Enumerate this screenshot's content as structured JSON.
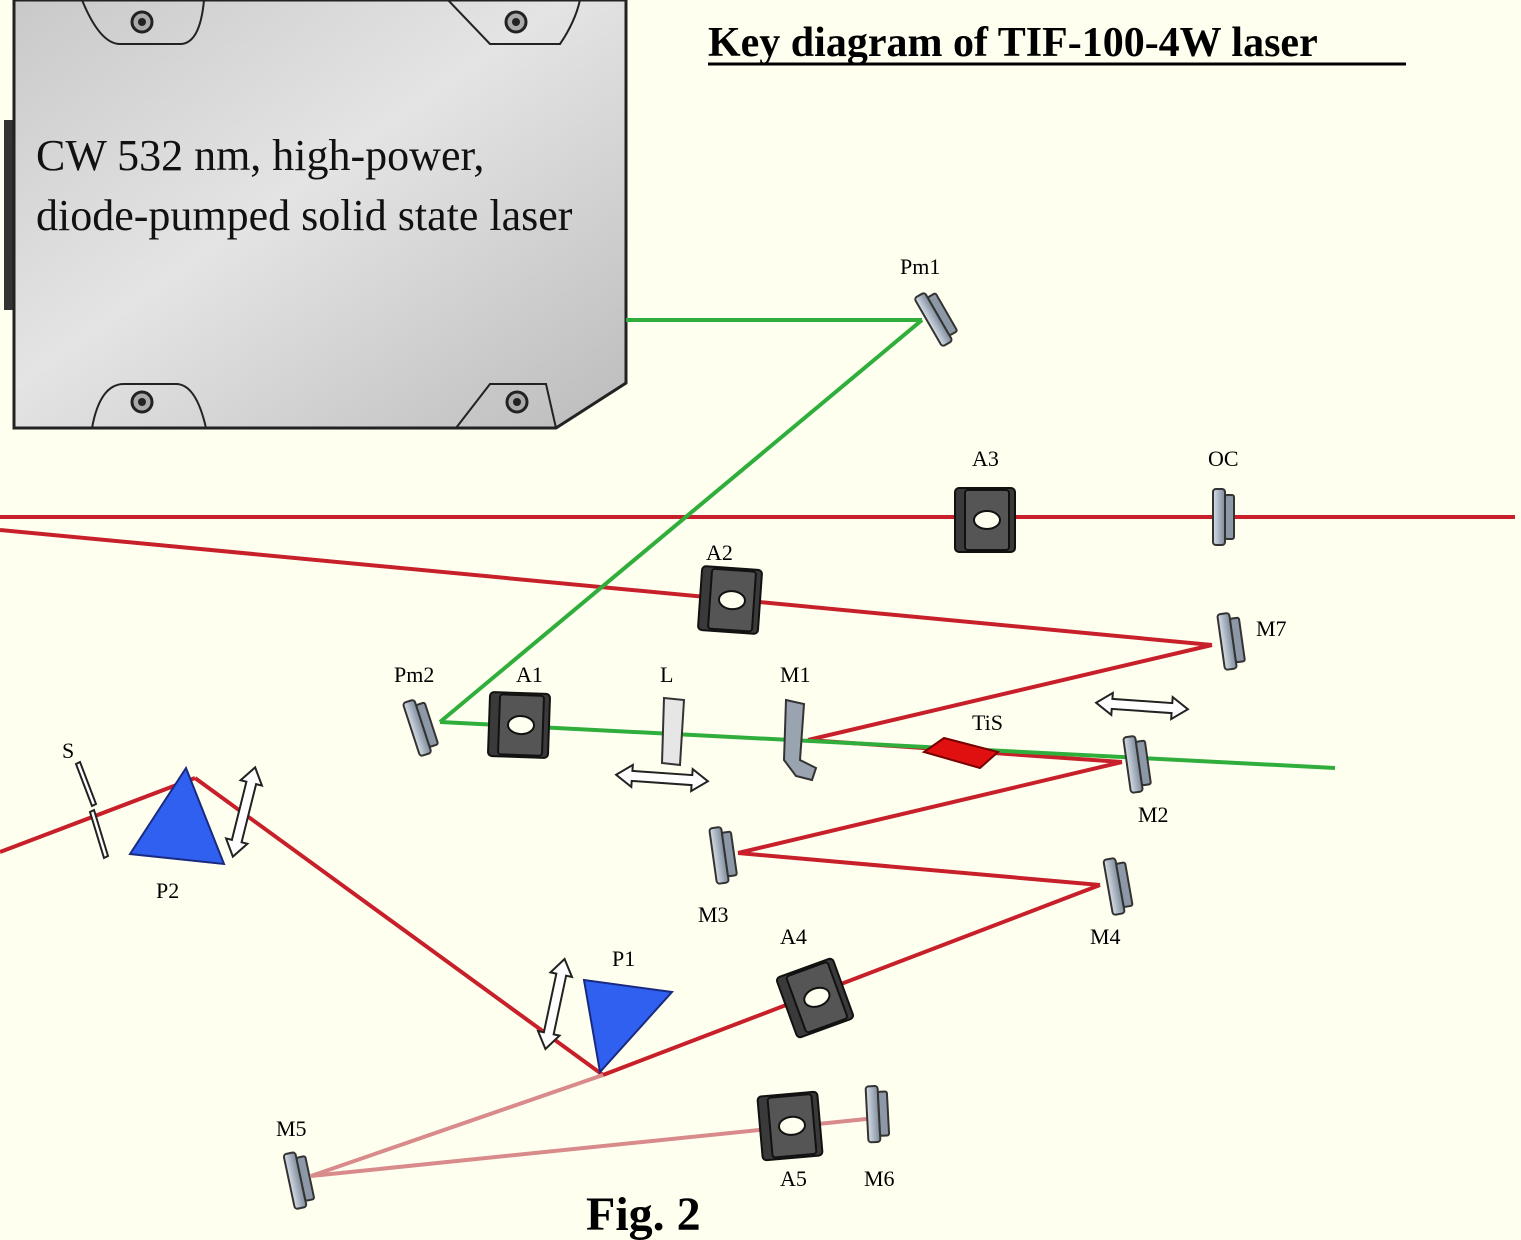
{
  "title": "Key diagram of TIF-100-4W laser",
  "figure_label": "Fig. 2",
  "pump_laser": {
    "line1": "CW 532 nm, high-power,",
    "line2": "diode-pumped solid state laser"
  },
  "components": {
    "pm1": "Pm1",
    "pm2": "Pm2",
    "a1": "A1",
    "a2": "A2",
    "a3": "A3",
    "a4": "A4",
    "a5": "A5",
    "oc": "OC",
    "l": "L",
    "m1": "M1",
    "m2": "M2",
    "m3": "M3",
    "m4": "M4",
    "m5": "M5",
    "m6": "M6",
    "m7": "M7",
    "tis": "TiS",
    "p1": "P1",
    "p2": "P2",
    "s": "S"
  },
  "colors": {
    "background": "#fffff0",
    "pump_beam": "#2fae3c",
    "laser_beam": "#c8202a",
    "prism": "#3060f0",
    "crystal": "#e01010"
  }
}
